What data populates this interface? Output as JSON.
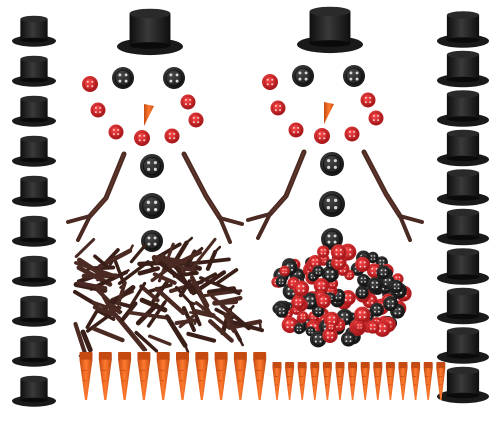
{
  "image": {
    "subject": "snowman-craft-kit",
    "background_color": "#ffffff"
  },
  "palette": {
    "hat_black": "#1a1a1a",
    "hat_highlight": "#3a3a3a",
    "button_black": "#1c1c1c",
    "button_red": "#d81e24",
    "button_red_dark": "#8e1014",
    "twig_brown": "#4a2a22",
    "twig_brown_light": "#6b3d30",
    "carrot_orange": "#f2661e",
    "carrot_dark": "#c44a12"
  },
  "counts": {
    "left_hat_column": 10,
    "right_hat_column": 10,
    "large_carrot_noses": 10,
    "small_carrot_noses": 14,
    "snowman_faces": 2
  },
  "icons": {
    "hat": "top-hat-icon",
    "button": "sewing-button-icon",
    "nose": "carrot-nose-icon",
    "arm": "twig-arm-icon"
  }
}
